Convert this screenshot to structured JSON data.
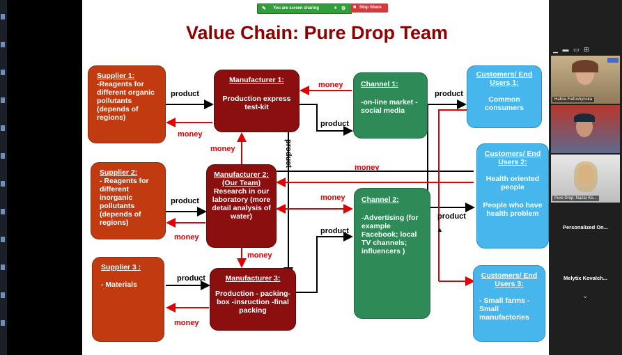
{
  "share_bar": {
    "sharing": "You are screen sharing",
    "stop": "Stop Share"
  },
  "title": "Value Chain: Pure Drop Team",
  "suppliers": [
    {
      "title": "Supplier 1:",
      "body": "-Reagents for different organic pollutants (depends of regions)"
    },
    {
      "title": "Supplier 2:",
      "body": "- Reagents for different inorganic pollutants (depends of regions)"
    },
    {
      "title": "Supplier 3 :",
      "body": "- Materials"
    }
  ],
  "manufacturers": [
    {
      "title": "Manufacturer 1:",
      "body": "Production express test-kit"
    },
    {
      "title": "Manufacturer 2:",
      "subtitle": "(Our Team)",
      "body": "Research in our laboratory (more detail analysis of water)"
    },
    {
      "title": "Manufacturer 3:",
      "body": "Production - packing-box -insruction -final packing"
    }
  ],
  "channels": [
    {
      "title": "Channel 1:",
      "body": "-on-line market - social media"
    },
    {
      "title": "Channel 2:",
      "body": "-Advertising (for example Facebook; local TV channels; influencers )"
    }
  ],
  "customers": [
    {
      "title": "Customers/ End Users 1:",
      "body": "Common consumers"
    },
    {
      "title": "Customers/ End Users 2:",
      "body1": "Health oriented people",
      "body2": "People who have health problem"
    },
    {
      "title": "Customers/ End Users 3:",
      "body": "- Small farms - Small manufactories"
    }
  ],
  "labels": {
    "product": "product",
    "money": "money"
  },
  "participants": [
    {
      "name": "Halina Falfushynska"
    },
    {
      "name": ""
    },
    {
      "name": "Pure Drop: Nazar Ko..."
    }
  ],
  "participant_names": [
    "Personalized On...",
    "Melytix Kovalch..."
  ],
  "colors": {
    "supplier": "#c23b10",
    "manufacturer": "#8b0f0f",
    "channel": "#2e8b57",
    "customer": "#47b6ec",
    "money_arrow": "#e10000",
    "product_arrow": "#000000"
  }
}
